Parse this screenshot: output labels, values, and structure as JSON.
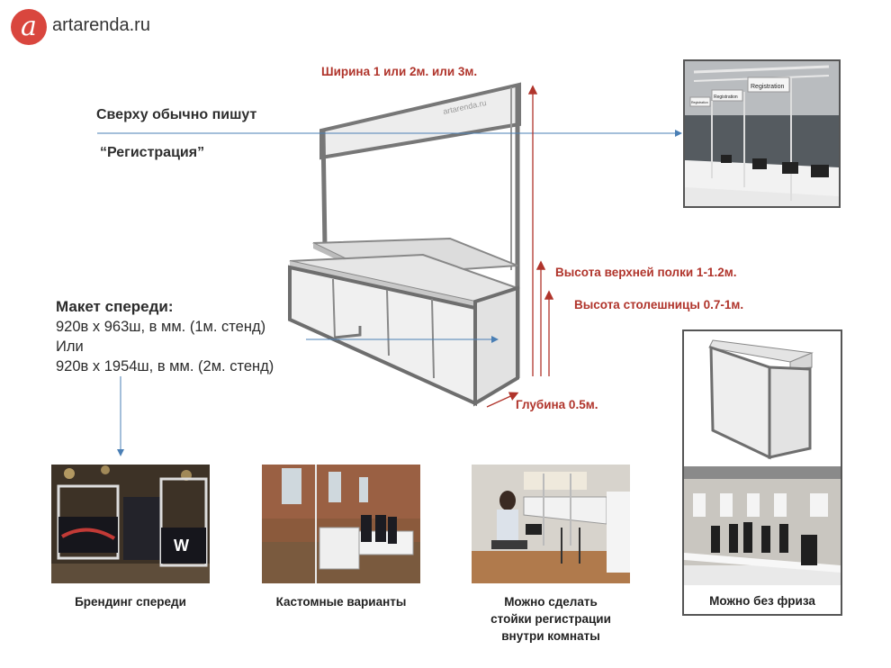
{
  "logo": {
    "mark": "a",
    "text": "artarenda.ru"
  },
  "stand_watermark": "artarenda.ru",
  "labels": {
    "width": "Ширина 1 или 2м. или 3м.",
    "top_line1": "Сверху обычно пишут",
    "top_line2": "“Регистрация”",
    "shelf_height": "Высота верхней полки 1-1.2м.",
    "table_height": "Высота столешницы 0.7-1м.",
    "depth": "Глубина 0.5м."
  },
  "maket": {
    "title": "Макет спереди:",
    "line1": "920в х 963ш, в мм. (1м. стенд)",
    "line2": "Или",
    "line3": "920в х 1954ш, в мм. (2м. стенд)"
  },
  "reg_photo_signs": [
    "Registration",
    "Registration",
    "Registration"
  ],
  "captions": {
    "branding": "Брендинг спереди",
    "custom": "Кастомные варианты",
    "inside_1": "Можно сделать",
    "inside_2": "стойки регистрации",
    "inside_3": "внутри комнаты",
    "no_frieze": "Можно без фриза"
  },
  "colors": {
    "accent_red": "#b0342b",
    "logo_red": "#d9463e",
    "arrow_blue": "#4a7fb5",
    "frame_gray": "#6e6e6e"
  }
}
